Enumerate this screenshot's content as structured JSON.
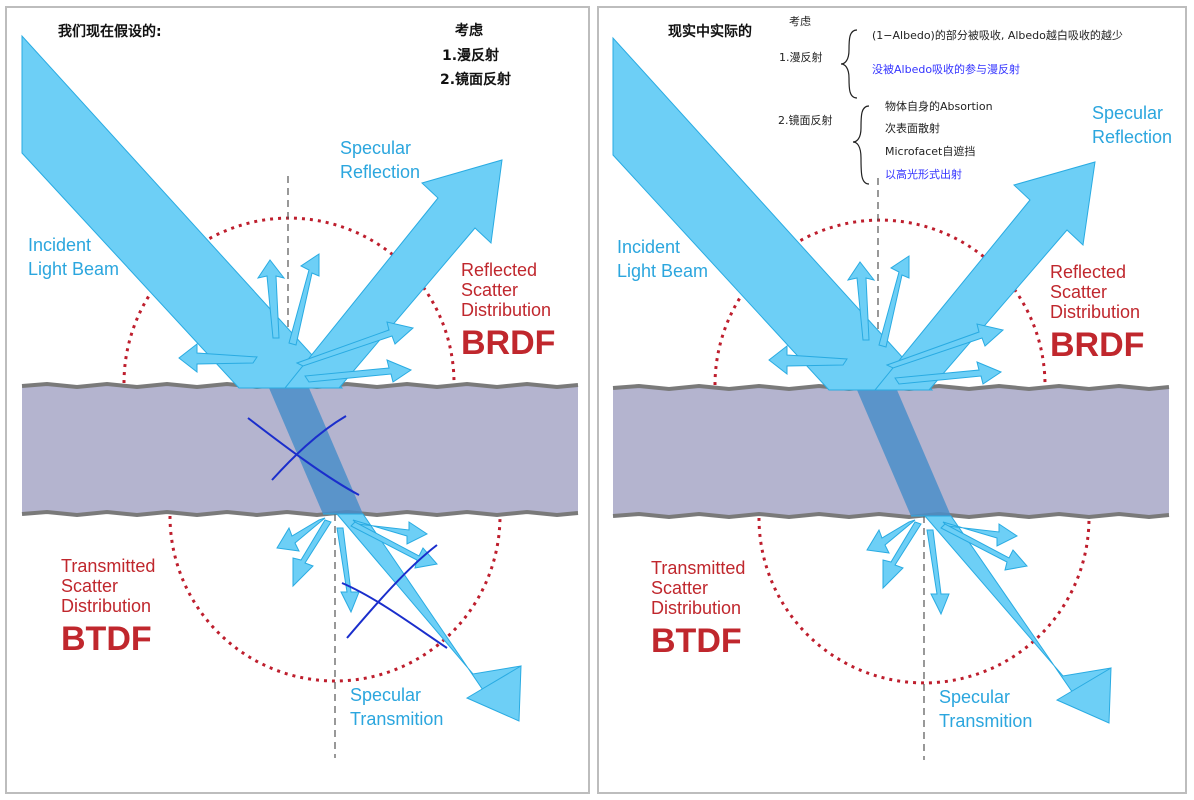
{
  "colors": {
    "beam": "#6dcff6",
    "beam_stroke": "#29abe2",
    "beam_inside": "#4a8ec9",
    "material": "#b4b4cf",
    "surface_line": "#7a7a7a",
    "scatter_circle": "#be1e2d",
    "label_blue": "#2ba6de",
    "label_red": "#c0272d",
    "cross_mark": "#1a2ecc",
    "note_blue": "#3333ff"
  },
  "labels": {
    "incident": "Incident\nLight Beam",
    "specular_reflection": "Specular\nReflection",
    "reflected_scatter": "Reflected\nScatter\nDistribution",
    "brdf": "BRDF",
    "transmitted_scatter": "Transmitted\nScatter\nDistribution",
    "btdf": "BTDF",
    "specular_transmission": "Specular\nTransmition"
  },
  "left_panel": {
    "heading": "我们现在假设的:",
    "consider_title": "考虑",
    "consider_items": [
      "1.漫反射",
      "2.镜面反射"
    ]
  },
  "right_panel": {
    "heading": "现实中实际的",
    "consider_title": "考虑",
    "diffuse_label": "1.漫反射",
    "diffuse_notes": [
      "(1−Albedo)的部分被吸收, Albedo越白吸收的越少"
    ],
    "diffuse_note_blue": "没被Albedo吸收的参与漫反射",
    "specular_label": "2.镜面反射",
    "specular_notes": [
      "物体自身的Absortion",
      "次表面散射",
      "Microfacet自遮挡"
    ],
    "specular_note_blue": "以高光形式出射"
  }
}
